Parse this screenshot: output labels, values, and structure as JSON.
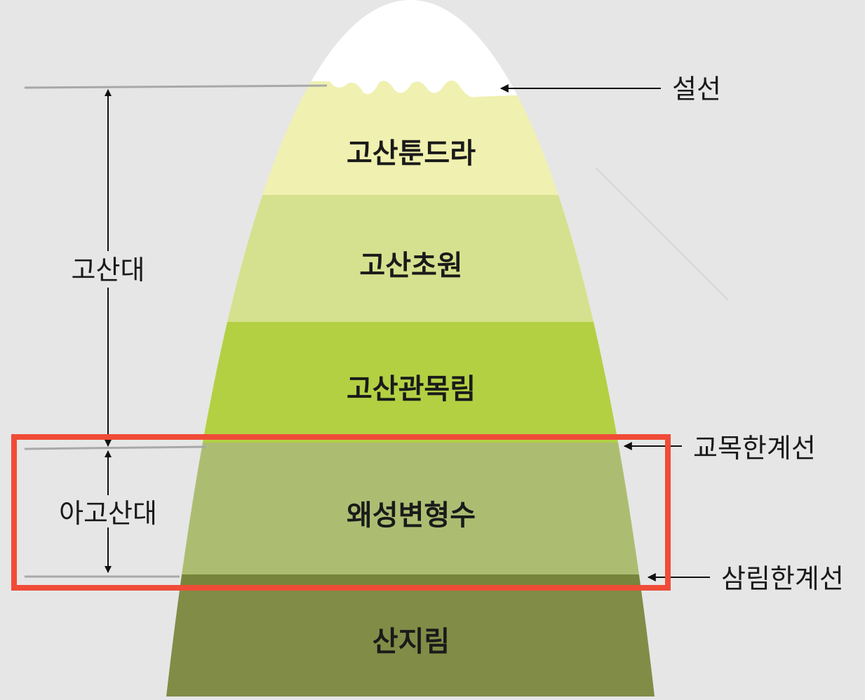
{
  "zones": {
    "alpine_tundra": "고산툰드라",
    "alpine_meadow": "고산초원",
    "alpine_shrub": "고산관목림",
    "krummholz": "왜성변형수",
    "montane_forest": "산지림"
  },
  "lines": {
    "snow_line": "설선",
    "tree_line": "교목한계선",
    "forest_line": "삼림한계선"
  },
  "belts": {
    "alpine": "고산대",
    "subalpine": "아고산대"
  },
  "colors": {
    "background": "#e6e6e6",
    "snow": "#ffffff",
    "alpine_tundra": "#f0f0b0",
    "alpine_meadow": "#d5e18e",
    "alpine_shrub": "#b3d043",
    "krummholz": "#acbd72",
    "montane_forest": "#818c47",
    "forest_band": "#77853c",
    "highlight_box": "#f04b37"
  }
}
